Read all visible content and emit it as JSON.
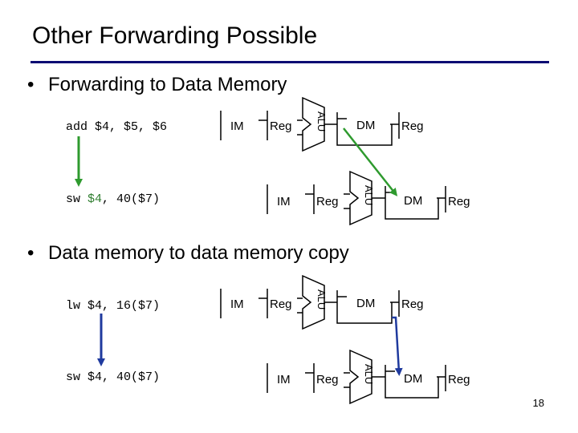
{
  "slide": {
    "title": "Other Forwarding Possible",
    "bullet1": "Forwarding to Data Memory",
    "bullet2": "Data memory to data memory copy",
    "bullet_char": "•",
    "page_number": "18"
  },
  "example1": {
    "instr1": {
      "pre": "add ",
      "reg": "$4",
      "post": ", $5, $6"
    },
    "instr2": {
      "pre": "sw ",
      "reg": "$4",
      "post": ", 40($7)"
    },
    "arrow_color": "#2e9a2e"
  },
  "example2": {
    "instr1": {
      "pre": "lw ",
      "reg": "$4",
      "post": ", 16($7)"
    },
    "instr2": {
      "pre": "sw ",
      "reg": "$4",
      "post": ", 40($7)"
    },
    "arrow_color": "#1f3a9e"
  },
  "stages": {
    "im": "IM",
    "reg": "Reg",
    "alu": "ALU",
    "dm": "DM",
    "reg_wb": "Reg"
  },
  "colors": {
    "title_rule": "#0b0b73",
    "forward_green": "#2e9a2e",
    "forward_blue": "#1f3a9e"
  }
}
